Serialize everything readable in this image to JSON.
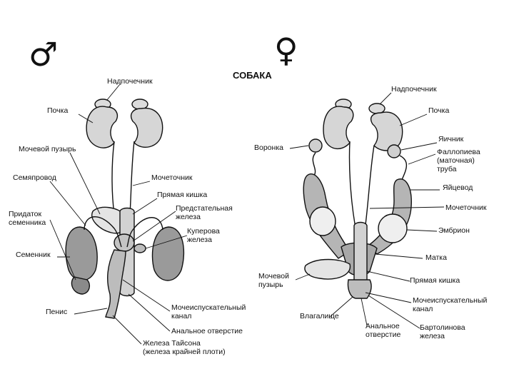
{
  "symbols": {
    "male": "♂",
    "female": "♀"
  },
  "title": "СОБАКА",
  "male_labels": [
    {
      "id": "adrenal",
      "lines": [
        "Надпочечник"
      ]
    },
    {
      "id": "kidney",
      "lines": [
        "Почка"
      ]
    },
    {
      "id": "bladder",
      "lines": [
        "Мочевой пузырь"
      ]
    },
    {
      "id": "vas-deferens",
      "lines": [
        "Семяпровод"
      ]
    },
    {
      "id": "ureter",
      "lines": [
        "Мочеточник"
      ]
    },
    {
      "id": "rectum",
      "lines": [
        "Прямая кишка"
      ]
    },
    {
      "id": "epididymis",
      "lines": [
        "Придаток",
        "семенника"
      ]
    },
    {
      "id": "prostate",
      "lines": [
        "Предстательная",
        "железа"
      ]
    },
    {
      "id": "cowper",
      "lines": [
        "Куперова",
        "железа"
      ]
    },
    {
      "id": "testis",
      "lines": [
        "Семенник"
      ]
    },
    {
      "id": "penis",
      "lines": [
        "Пенис"
      ]
    },
    {
      "id": "urethra",
      "lines": [
        "Мочеиспускательный",
        "канал"
      ]
    },
    {
      "id": "anus",
      "lines": [
        "Анальное отверстие"
      ]
    },
    {
      "id": "tyson",
      "lines": [
        "Железа Тайсона",
        "(железа крайней плоти)"
      ]
    }
  ],
  "female_labels": [
    {
      "id": "adrenal",
      "lines": [
        "Надпочечник"
      ]
    },
    {
      "id": "kidney",
      "lines": [
        "Почка"
      ]
    },
    {
      "id": "funnel",
      "lines": [
        "Воронка"
      ]
    },
    {
      "id": "ovary",
      "lines": [
        "Яичник"
      ]
    },
    {
      "id": "fallopian",
      "lines": [
        "Фаллопиева",
        "(маточная)",
        "труба"
      ]
    },
    {
      "id": "oviduct",
      "lines": [
        "Яйцевод"
      ]
    },
    {
      "id": "ureter",
      "lines": [
        "Мочеточник"
      ]
    },
    {
      "id": "embryo",
      "lines": [
        "Эмбрион"
      ]
    },
    {
      "id": "uterus",
      "lines": [
        "Матка"
      ]
    },
    {
      "id": "bladder",
      "lines": [
        "Мочевой",
        "пузырь"
      ]
    },
    {
      "id": "rectum",
      "lines": [
        "Прямая кишка"
      ]
    },
    {
      "id": "urethra",
      "lines": [
        "Мочеиспускательный",
        "канал"
      ]
    },
    {
      "id": "vagina",
      "lines": [
        "Влагалище"
      ]
    },
    {
      "id": "anus",
      "lines": [
        "Анальное",
        "отверстие"
      ]
    },
    {
      "id": "bartholin",
      "lines": [
        "Бартолинова",
        "железа"
      ]
    }
  ]
}
